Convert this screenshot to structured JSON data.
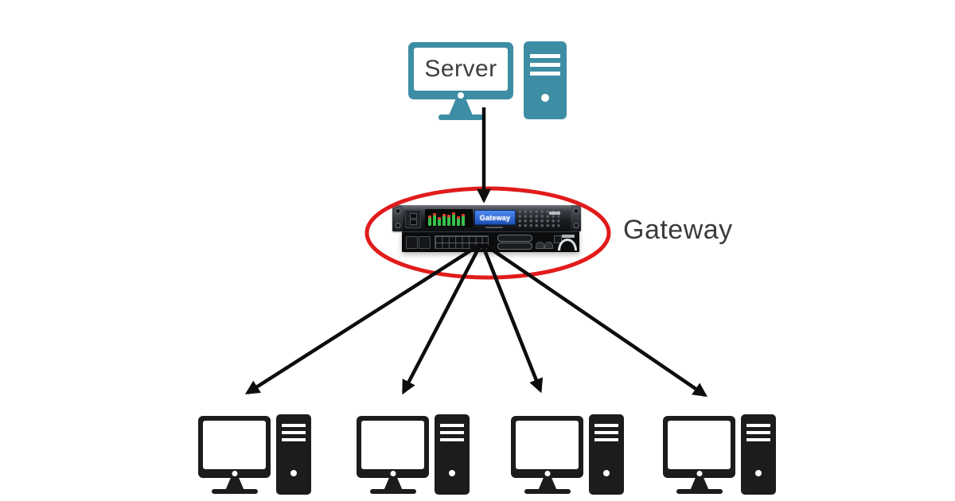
{
  "diagram": {
    "type": "network-topology",
    "server": {
      "label": "Server"
    },
    "gateway": {
      "device_screen_label": "Gateway",
      "label": "Gateway"
    },
    "clients": {
      "count": 4
    },
    "connections": [
      {
        "from": "Server",
        "to": "Gateway"
      },
      {
        "from": "Gateway",
        "to": "Client 1"
      },
      {
        "from": "Gateway",
        "to": "Client 2"
      },
      {
        "from": "Gateway",
        "to": "Client 3"
      },
      {
        "from": "Gateway",
        "to": "Client 4"
      }
    ],
    "colors": {
      "server_icon": "#3d8da4",
      "client_icon": "#1c1c1c",
      "arrow": "#0d0d0d",
      "highlight_ellipse": "#e11b1b",
      "device_screen_bg": "#2e6bd6",
      "led_green": "#35c24a",
      "label_text": "#3b3b3b",
      "background": "#ffffff"
    }
  }
}
